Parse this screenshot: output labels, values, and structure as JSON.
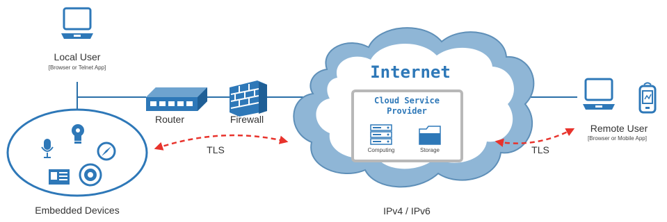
{
  "local_user": {
    "label": "Local User",
    "sublabel": "[Browser or Telnet App]"
  },
  "router": {
    "label": "Router"
  },
  "firewall": {
    "label": "Firewall"
  },
  "embedded": {
    "label": "Embedded Devices"
  },
  "tls_left": {
    "label": "TLS"
  },
  "tls_right": {
    "label": "TLS"
  },
  "internet": {
    "title": "Internet",
    "footer": "IPv4 / IPv6",
    "provider": {
      "title_line1": "Cloud Service",
      "title_line2": "Provider",
      "computing": "Computing",
      "storage": "Storage"
    }
  },
  "remote_user": {
    "label": "Remote User",
    "sublabel": "[Browser or Mobile App]"
  },
  "colors": {
    "accent_blue": "#2e78b8",
    "cloud_fill": "#8fb6d6",
    "tls_arrow": "#e8332c",
    "line": "#2a6fa8"
  },
  "icons": [
    "laptop-icon",
    "router-icon",
    "firewall-icon",
    "microphone-icon",
    "lightbulb-icon",
    "compass-icon",
    "id-card-icon",
    "speaker-icon",
    "server-icon",
    "folder-icon",
    "mobile-phone-icon"
  ]
}
